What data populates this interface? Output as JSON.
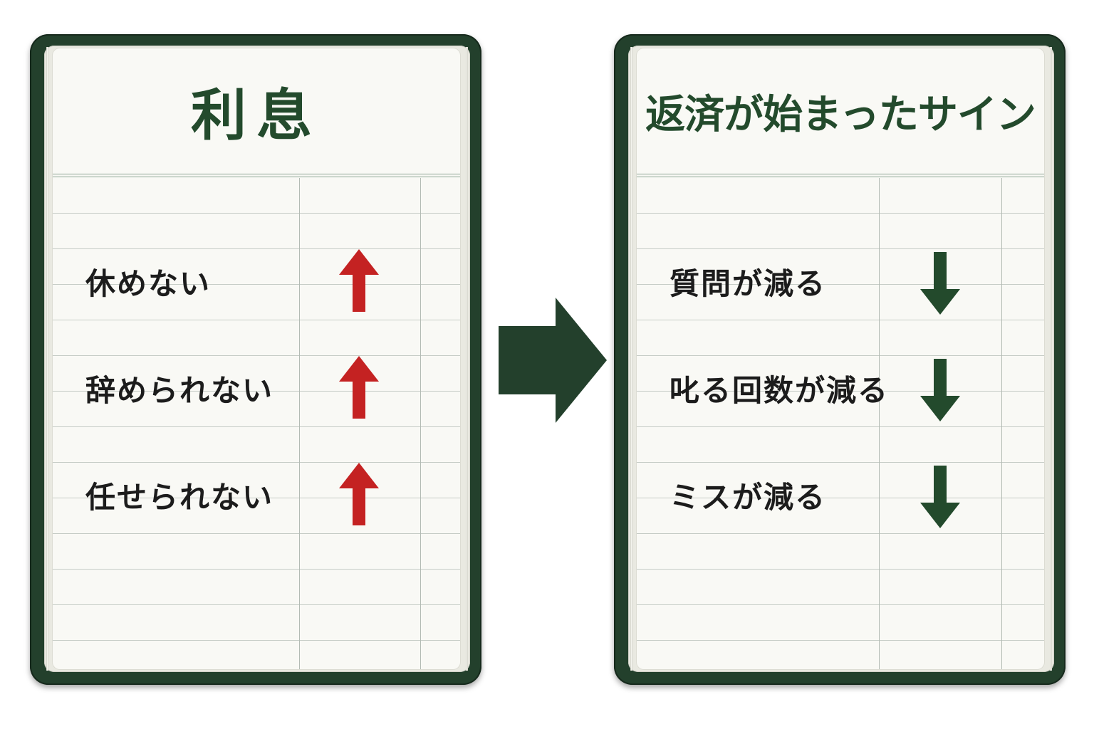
{
  "left_panel": {
    "title": "利息",
    "items": [
      {
        "label": "休めない",
        "direction": "up"
      },
      {
        "label": "辞められない",
        "direction": "up"
      },
      {
        "label": "任せられない",
        "direction": "up"
      }
    ],
    "arrow_color": "#c42222"
  },
  "right_panel": {
    "title": "返済が始まったサイン",
    "items": [
      {
        "label": "質問が減る",
        "direction": "down"
      },
      {
        "label": "叱る回数が減る",
        "direction": "down"
      },
      {
        "label": "ミスが減る",
        "direction": "down"
      }
    ],
    "arrow_color": "#234a2c"
  },
  "colors": {
    "book_cover": "#23402c",
    "title_text": "#234a2c",
    "transition_arrow": "#23402c"
  }
}
